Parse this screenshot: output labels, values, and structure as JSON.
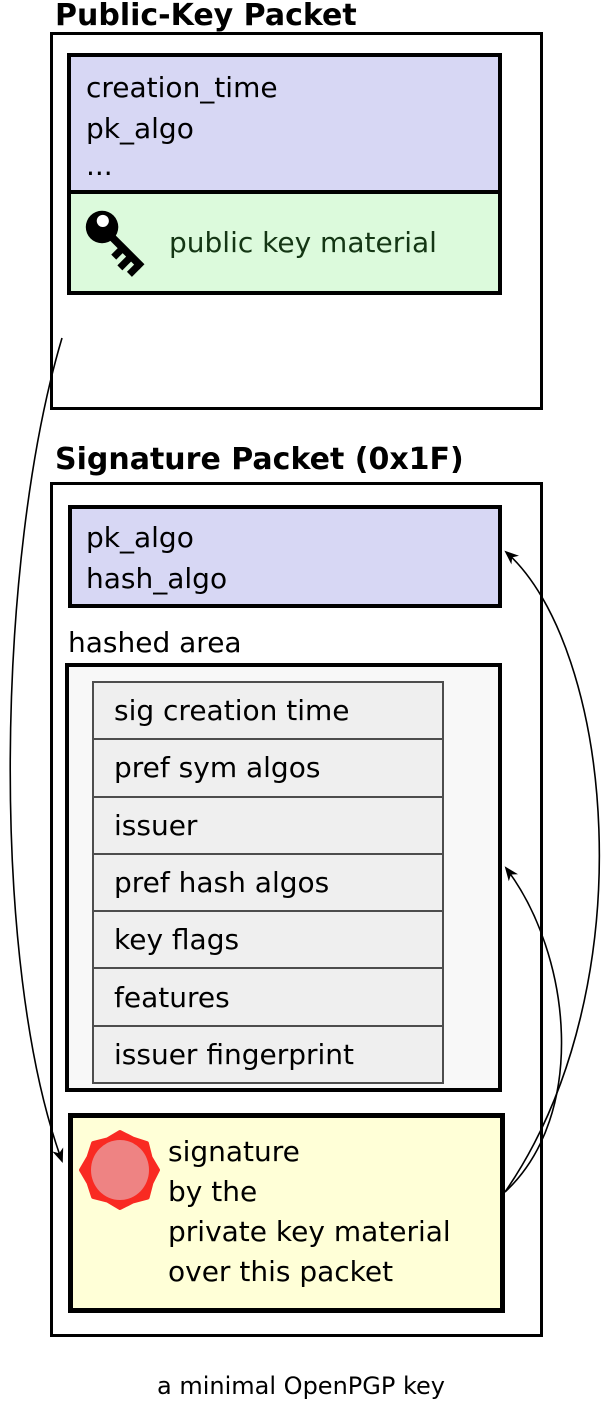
{
  "public_key_packet": {
    "title": "Public-Key Packet",
    "fields": [
      "creation_time",
      "pk_algo",
      "..."
    ],
    "material_label": "public key material",
    "material_icon": "key-icon"
  },
  "signature_packet": {
    "title": "Signature Packet (0x1F)",
    "fields": [
      "pk_algo",
      "hash_algo"
    ],
    "hashed_area_label": "hashed area",
    "hashed_rows": [
      "sig creation time",
      "pref sym algos",
      "issuer",
      "pref hash algos",
      "key flags",
      "features",
      "issuer fingerprint"
    ],
    "signature_lines": [
      "signature",
      "by the",
      "private key material",
      "over this packet"
    ],
    "signature_icon": "seal-icon"
  },
  "arrows": [
    "arrow-pubkey-to-signature",
    "arrow-signature-to-algo-box",
    "arrow-signature-to-hashed-area"
  ],
  "caption": "a minimal OpenPGP key",
  "colors": {
    "field_bg": "#d7d7f4",
    "material_bg": "#dcfadc",
    "material_text": "#143614",
    "signature_bg": "#ffffd7",
    "hashed_bg": "#f8f8f8",
    "row_bg": "#efefef",
    "seal_red": "#f92a22",
    "seal_inner": "#ee8383",
    "line": "#000000"
  }
}
